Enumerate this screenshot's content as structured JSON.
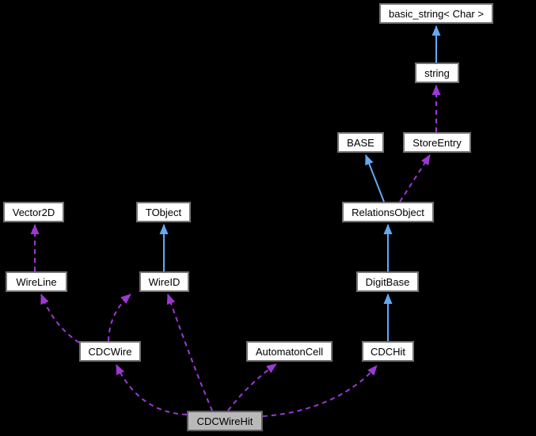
{
  "diagram": {
    "kind": "collaboration-diagram",
    "focus_node": "CDCWireHit",
    "colors": {
      "background": "#000000",
      "node_fill": "#ffffff",
      "node_border": "#747474",
      "focus_fill": "#b9b9b9",
      "focus_border": "#5f5f5f",
      "inherits_arrow": "#63a9f5",
      "uses_arrow": "#9c38d4",
      "label_text": "#000000"
    },
    "nodes": [
      {
        "id": "basic_string",
        "label": "basic_string< Char >",
        "focus": false
      },
      {
        "id": "string",
        "label": "string",
        "focus": false
      },
      {
        "id": "BASE",
        "label": "BASE",
        "focus": false
      },
      {
        "id": "StoreEntry",
        "label": "StoreEntry",
        "focus": false
      },
      {
        "id": "RelationsObject",
        "label": "RelationsObject",
        "focus": false
      },
      {
        "id": "Vector2D",
        "label": "Vector2D",
        "focus": false
      },
      {
        "id": "TObject",
        "label": "TObject",
        "focus": false
      },
      {
        "id": "WireLine",
        "label": "WireLine",
        "focus": false
      },
      {
        "id": "WireID",
        "label": "WireID",
        "focus": false
      },
      {
        "id": "DigitBase",
        "label": "DigitBase",
        "focus": false
      },
      {
        "id": "CDCWire",
        "label": "CDCWire",
        "focus": false
      },
      {
        "id": "AutomatonCell",
        "label": "AutomatonCell",
        "focus": false
      },
      {
        "id": "CDCHit",
        "label": "CDCHit",
        "focus": false
      },
      {
        "id": "CDCWireHit",
        "label": "CDCWireHit",
        "focus": true
      }
    ],
    "edges": [
      {
        "from": "string",
        "to": "basic_string",
        "relation": "inherits"
      },
      {
        "from": "WireID",
        "to": "TObject",
        "relation": "inherits"
      },
      {
        "from": "DigitBase",
        "to": "RelationsObject",
        "relation": "inherits"
      },
      {
        "from": "CDCHit",
        "to": "DigitBase",
        "relation": "inherits"
      },
      {
        "from": "RelationsObject",
        "to": "BASE",
        "relation": "inherits"
      },
      {
        "from": "StoreEntry",
        "to": "string",
        "relation": "uses"
      },
      {
        "from": "RelationsObject",
        "to": "StoreEntry",
        "relation": "uses"
      },
      {
        "from": "WireLine",
        "to": "Vector2D",
        "relation": "uses"
      },
      {
        "from": "CDCWire",
        "to": "WireID",
        "relation": "uses"
      },
      {
        "from": "CDCWire",
        "to": "WireLine",
        "relation": "uses"
      },
      {
        "from": "CDCWireHit",
        "to": "CDCWire",
        "relation": "uses"
      },
      {
        "from": "CDCWireHit",
        "to": "WireID",
        "relation": "uses"
      },
      {
        "from": "CDCWireHit",
        "to": "AutomatonCell",
        "relation": "uses"
      },
      {
        "from": "CDCWireHit",
        "to": "CDCHit",
        "relation": "uses"
      }
    ]
  }
}
